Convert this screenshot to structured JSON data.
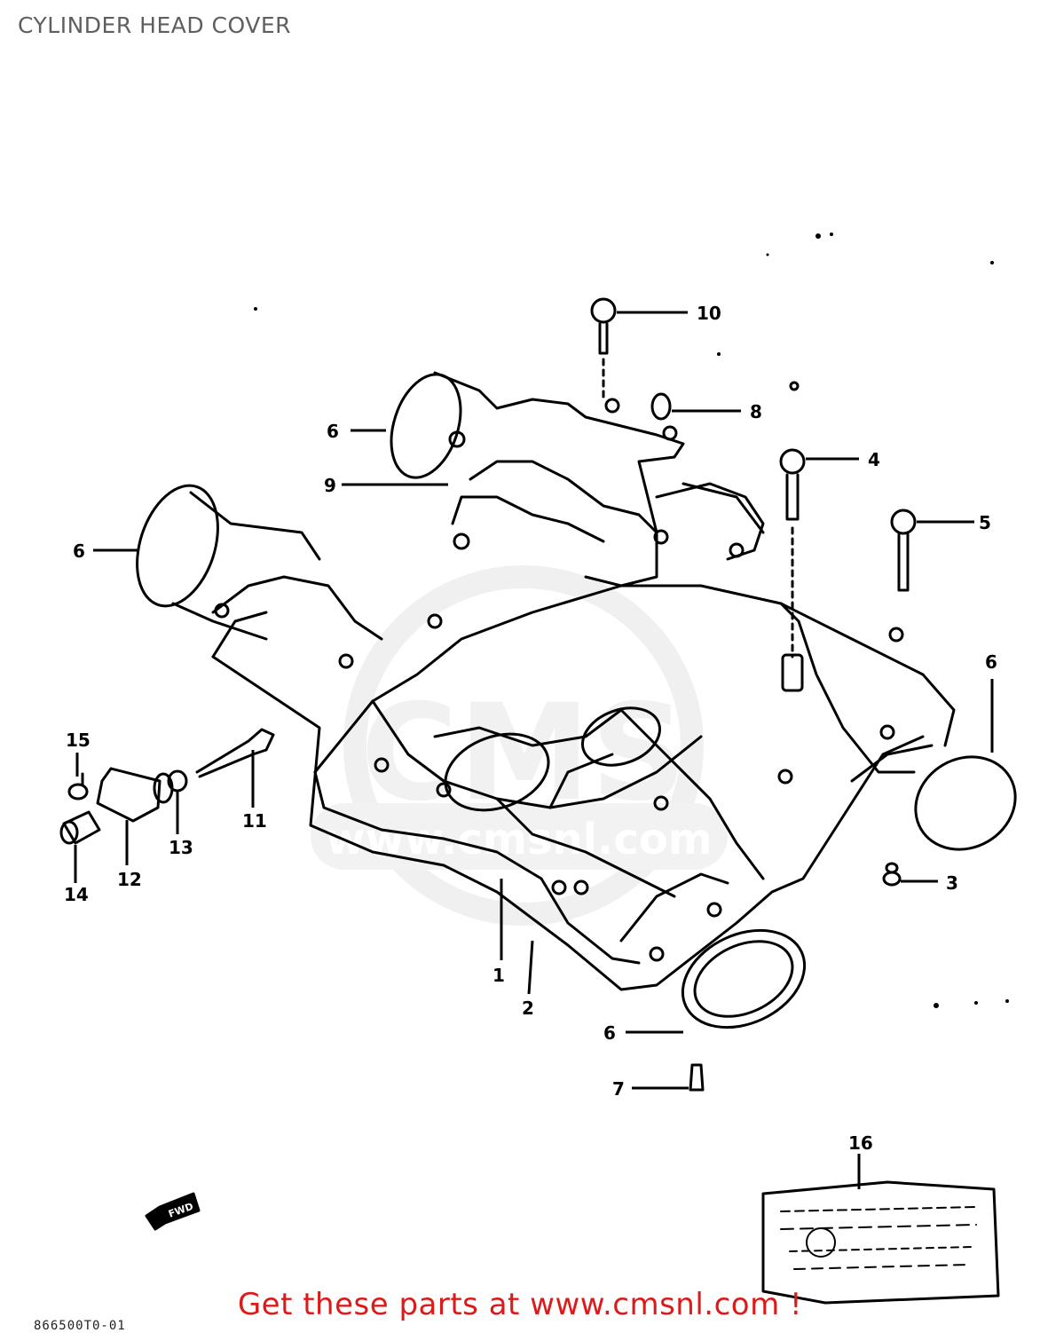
{
  "page": {
    "title": "CYLINDER HEAD COVER"
  },
  "callouts": [
    {
      "id": "callout-1",
      "number": "1"
    },
    {
      "id": "callout-2",
      "number": "2"
    },
    {
      "id": "callout-3",
      "number": "3"
    },
    {
      "id": "callout-4",
      "number": "4"
    },
    {
      "id": "callout-5",
      "number": "5"
    },
    {
      "id": "callout-6a",
      "number": "6"
    },
    {
      "id": "callout-6b",
      "number": "6"
    },
    {
      "id": "callout-6c",
      "number": "6"
    },
    {
      "id": "callout-6d",
      "number": "6"
    },
    {
      "id": "callout-7",
      "number": "7"
    },
    {
      "id": "callout-8",
      "number": "8"
    },
    {
      "id": "callout-9",
      "number": "9"
    },
    {
      "id": "callout-10",
      "number": "10"
    },
    {
      "id": "callout-11",
      "number": "11"
    },
    {
      "id": "callout-12",
      "number": "12"
    },
    {
      "id": "callout-13",
      "number": "13"
    },
    {
      "id": "callout-14",
      "number": "14"
    },
    {
      "id": "callout-15",
      "number": "15"
    },
    {
      "id": "callout-16",
      "number": "16"
    }
  ],
  "direction_marker": "FWD",
  "watermark": {
    "logo_text": "CMS",
    "url_text": "www.cmsnl.com"
  },
  "footer": {
    "promo_text": "Get these parts at www.cmsnl.com !",
    "reference_code": "866500T0-01"
  },
  "colors": {
    "line": "#000000",
    "promo": "#dd1a1a",
    "watermark": "#e4e4e4",
    "title": "#5f5f5f"
  }
}
